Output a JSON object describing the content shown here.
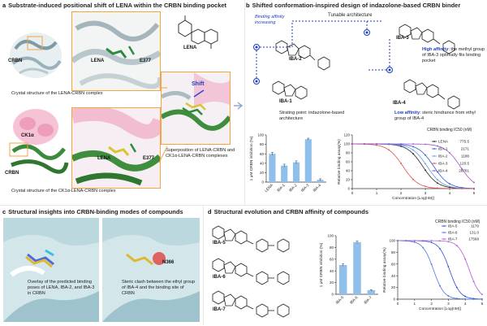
{
  "panel_a": {
    "letter": "a",
    "title": "Substrate-induced positional shift of LENA within the CRBN binding pocket",
    "labels": {
      "crbn_top": "CRBN",
      "lena_zoom": "LENA",
      "e377_top": "E377",
      "lena_mol": "LENA",
      "ck1a": "CK1α",
      "crbn_bottom": "CRBN",
      "lena_bottom": "LENA",
      "e377_bottom": "E377",
      "shift": "Shift"
    },
    "captions": {
      "top": "Crystal structure of the LENA-CRBN complex",
      "bottom": "Crystal structure of the CK1α-LENA-CRBN complex",
      "superposition": "Superposition of LENA-CRBN and CK1α-LENA-CRBN complexes"
    }
  },
  "panel_b": {
    "letter": "b",
    "title": "Shifted conformation-inspired design of indazolone-based CRBN binder",
    "binding_affinity": "Binding affinity increasing",
    "tunable": "Tunable architecture",
    "mol_labels": {
      "iba2": "IBA-2",
      "iba1": "IBA-1",
      "iba3": "IBA-3",
      "iba4": "IBA-4"
    },
    "starting_point": "Strating point: indazolone-based architecture",
    "high_affinity_kw": "High affinity",
    "high_affinity_text": ": the methyl group of IBA-3 optimally fits binding pocket",
    "low_affinity_kw": "Low affinity",
    "low_affinity_text": ": steric hindrance from ethyl group of IBA-4"
  },
  "panel_c": {
    "letter": "c",
    "title": "Structural insights into CRBN-binding modes of compounds",
    "residue": "N366",
    "caption_left": "Overlay of the predicted binding poses of LENA, IBA-2, and IBA-3 in CRBN",
    "caption_right": "Steric clash between the ethyl group of IBA-4 and the binding site of CRBN"
  },
  "panel_d": {
    "letter": "d",
    "title": "Structural evolution and CRBN affinity of compounds",
    "mol_labels": {
      "iba5": "IBA-5",
      "iba6": "IBA-6",
      "iba7": "IBA-7"
    }
  },
  "colors": {
    "bar": "#8fbfea",
    "LENA": "#222222",
    "IBA-1": "#2a5bd7",
    "IBA-2": "#5aa0e6",
    "IBA-3": "#e0504a",
    "IBA-4": "#a24fd0",
    "IBA-5": "#2a4fd7",
    "IBA-6": "#4a74e0",
    "IBA-7": "#b05ad8",
    "accent": "#1f3fb8"
  },
  "chart_data": [
    {
      "id": "b_bar",
      "type": "bar",
      "categories": [
        "LENA",
        "IBA-1",
        "IBA-2",
        "IBA-3",
        "IBA-4"
      ],
      "values": [
        60,
        35,
        42,
        91,
        5
      ],
      "errors": [
        3,
        3,
        3,
        2,
        2
      ],
      "ylabel": "1 μM CRBN inhibition (%)",
      "ylim": [
        0,
        100
      ],
      "yticks": [
        0,
        20,
        40,
        60,
        80,
        100
      ]
    },
    {
      "id": "b_curve",
      "type": "line",
      "title": "CRBN binding IC50 (nM)",
      "xlabel": "Concentration [Log(nM)]",
      "ylabel": "Relative binding assay(%)",
      "xlim": [
        0,
        5
      ],
      "ylim": [
        0,
        120
      ],
      "xticks": [
        0,
        1,
        2,
        3,
        4,
        5
      ],
      "yticks": [
        0,
        20,
        40,
        60,
        80,
        100,
        120
      ],
      "legend_position": "top-right",
      "series": [
        {
          "name": "LENA",
          "value": "775.5",
          "ic50_log": 2.89
        },
        {
          "name": "IBA-1",
          "value": "2171",
          "ic50_log": 3.34
        },
        {
          "name": "IBA-2",
          "value": "1188",
          "ic50_log": 3.07
        },
        {
          "name": "IBA-3",
          "value": "120.5",
          "ic50_log": 2.08
        },
        {
          "name": "IBA-4",
          "value": "26781",
          "ic50_log": 4.43
        }
      ]
    },
    {
      "id": "d_bar",
      "type": "bar",
      "categories": [
        "IBA-5",
        "IBA-6",
        "IBA-7"
      ],
      "values": [
        50,
        89,
        7
      ],
      "errors": [
        2,
        2,
        1
      ],
      "ylabel": "1 μM CRBN inhibition (%)",
      "ylim": [
        0,
        100
      ],
      "yticks": [
        0,
        20,
        40,
        60,
        80,
        100
      ]
    },
    {
      "id": "d_curve",
      "type": "line",
      "title": "CRBN binding IC50 (nM)",
      "xlabel": "Concentration [Log(nM)]",
      "ylabel": "Relative binding assay(%)",
      "xlim": [
        0,
        5
      ],
      "ylim": [
        0,
        100
      ],
      "xticks": [
        0,
        1,
        2,
        3,
        4,
        5
      ],
      "yticks": [
        0,
        20,
        40,
        60,
        80,
        100
      ],
      "legend_position": "top-right",
      "series": [
        {
          "name": "IBA-5",
          "value": "1179",
          "ic50_log": 3.07
        },
        {
          "name": "IBA-6",
          "value": "131.0",
          "ic50_log": 2.12
        },
        {
          "name": "IBA-7",
          "value": "17568",
          "ic50_log": 4.24
        }
      ]
    }
  ]
}
